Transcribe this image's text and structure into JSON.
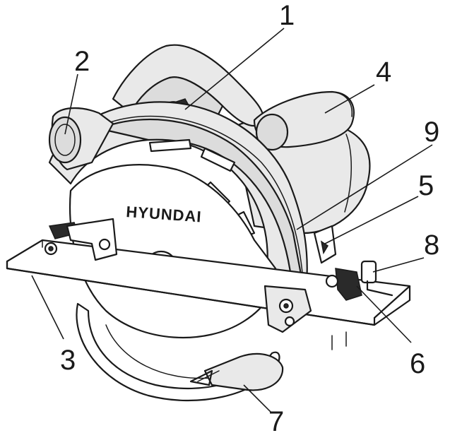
{
  "brand_text": "HYUNDAI",
  "callouts": [
    {
      "id": "1",
      "label": "1"
    },
    {
      "id": "2",
      "label": "2"
    },
    {
      "id": "3",
      "label": "3"
    },
    {
      "id": "4",
      "label": "4"
    },
    {
      "id": "5",
      "label": "5"
    },
    {
      "id": "6",
      "label": "6"
    },
    {
      "id": "7",
      "label": "7"
    },
    {
      "id": "8",
      "label": "8"
    },
    {
      "id": "9",
      "label": "9"
    }
  ],
  "colors": {
    "line": "#1a1a1a",
    "shade": "#dcdcdc",
    "background": "#ffffff"
  }
}
